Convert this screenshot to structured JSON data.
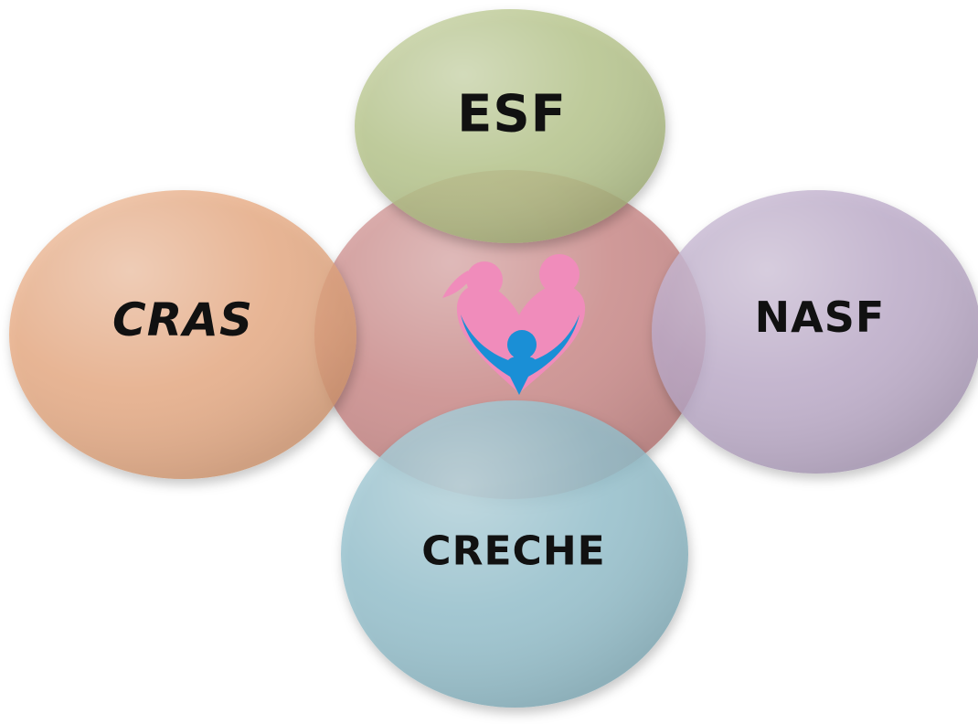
{
  "diagram": {
    "center": {
      "color": "#c98584"
    },
    "top": {
      "label": "ESF",
      "color": "#b3c286"
    },
    "left": {
      "label": "CRAS",
      "color": "#e7a57a"
    },
    "right": {
      "label": "NASF",
      "color": "#b8a6c6"
    },
    "bottom": {
      "label": "CRECHE",
      "color": "#8fbdca"
    },
    "logo_icon": "family-heart-icon",
    "logo_colors": {
      "pink": "#f08cbb",
      "blue": "#1a8fd6"
    }
  }
}
